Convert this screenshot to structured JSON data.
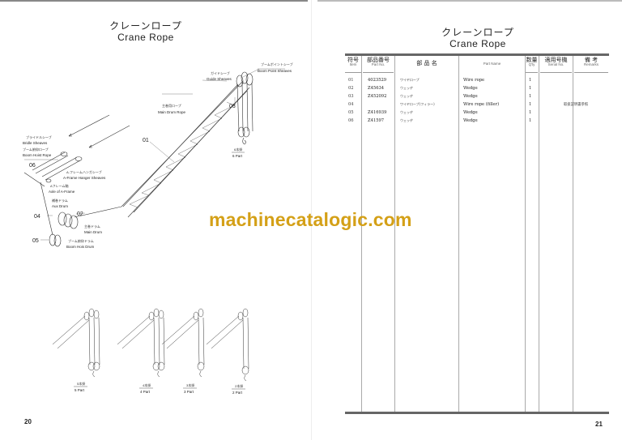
{
  "left_page": {
    "title_jp": "クレーンロープ",
    "title_en": "Crane Rope",
    "page_number": "20",
    "labels": {
      "guide_sheaves_jp": "ガイドシーブ",
      "guide_sheaves_en": "Guide Sheaves",
      "boom_point_sheaves_jp": "ブームポイントシーブ",
      "boom_point_sheaves_en": "Boom Point Sheaves",
      "main_drum_rope_jp": "主巻用ロープ",
      "main_drum_rope_en": "Main Drum Rope",
      "bridle_sheaves_jp": "ブライドルシーブ",
      "bridle_sheaves_en": "Bridle Sheaves",
      "boom_hoist_rope_jp": "ブーム俯仰ロープ",
      "boom_hoist_rope_en": "Boom Hoist Rope",
      "a_frame_hanger_jp": "A-フレームハンガシーブ",
      "a_frame_hanger_en": "A-Frame Hanger Sheaves",
      "axle_a_frame_jp": "Aフレーム軸",
      "axle_a_frame_en": "Axle of A-Frame",
      "aux_drum_jp": "補巻ドラム",
      "aux_drum_en": "Aux Drum",
      "main_drum_jp": "主巻ドラム",
      "main_drum_en": "Main Drum",
      "boom_hoist_drum_jp": "ブーム俯仰ドラム",
      "boom_hoist_drum_en": "Boom Hois Drum",
      "part6_jp": "6本掛",
      "part6_en": "6 Part",
      "part5_jp": "5本掛",
      "part5_en": "5 Part",
      "part4_jp": "4本掛",
      "part4_en": "4 Part",
      "part3_jp": "3本掛",
      "part3_en": "3 Part",
      "part2_jp": "2本掛",
      "part2_en": "2 Part"
    },
    "callouts": [
      "01",
      "02",
      "03",
      "04",
      "05",
      "06"
    ]
  },
  "right_page": {
    "title_jp": "クレーンロープ",
    "title_en": "Crane Rope",
    "page_number": "21",
    "table": {
      "headers": [
        {
          "jp": "符号",
          "en": "Item"
        },
        {
          "jp": "部品番号",
          "en": "Part No."
        },
        {
          "jp": "部 品 名",
          "en": ""
        },
        {
          "jp": "",
          "en": "Part Name"
        },
        {
          "jp": "数量",
          "en": "Q'ty"
        },
        {
          "jp": "適用号機",
          "en": "Serial No."
        },
        {
          "jp": "備 考",
          "en": "Remarks"
        }
      ],
      "rows": [
        {
          "item": "01",
          "part_no": "4023529",
          "name_jp": "ワイヤロープ",
          "name_en": "Wire rope",
          "qty": "1",
          "serial": "",
          "remarks": ""
        },
        {
          "item": "02",
          "part_no": "Z45634",
          "name_jp": "ウェッヂ",
          "name_en": "Wedge",
          "qty": "1",
          "serial": "",
          "remarks": ""
        },
        {
          "item": "03",
          "part_no": "Z452092",
          "name_jp": "ウェッヂ",
          "name_en": "Wedge",
          "qty": "1",
          "serial": "",
          "remarks": ""
        },
        {
          "item": "04",
          "part_no": "",
          "name_jp": "ワイヤロープ(フィラー)",
          "name_en": "Wire rope (filler)",
          "qty": "1",
          "serial": "",
          "remarks": "取扱説明書参照"
        },
        {
          "item": "05",
          "part_no": "Z416939",
          "name_jp": "ウェッヂ",
          "name_en": "Wedge",
          "qty": "1",
          "serial": "",
          "remarks": ""
        },
        {
          "item": "06",
          "part_no": "Z41597",
          "name_jp": "ウェッヂ",
          "name_en": "Wedge",
          "qty": "1",
          "serial": "",
          "remarks": ""
        }
      ]
    }
  },
  "watermark": "machinecatalogic.com",
  "colors": {
    "watermark": "#d4a017",
    "rule": "#666666"
  }
}
